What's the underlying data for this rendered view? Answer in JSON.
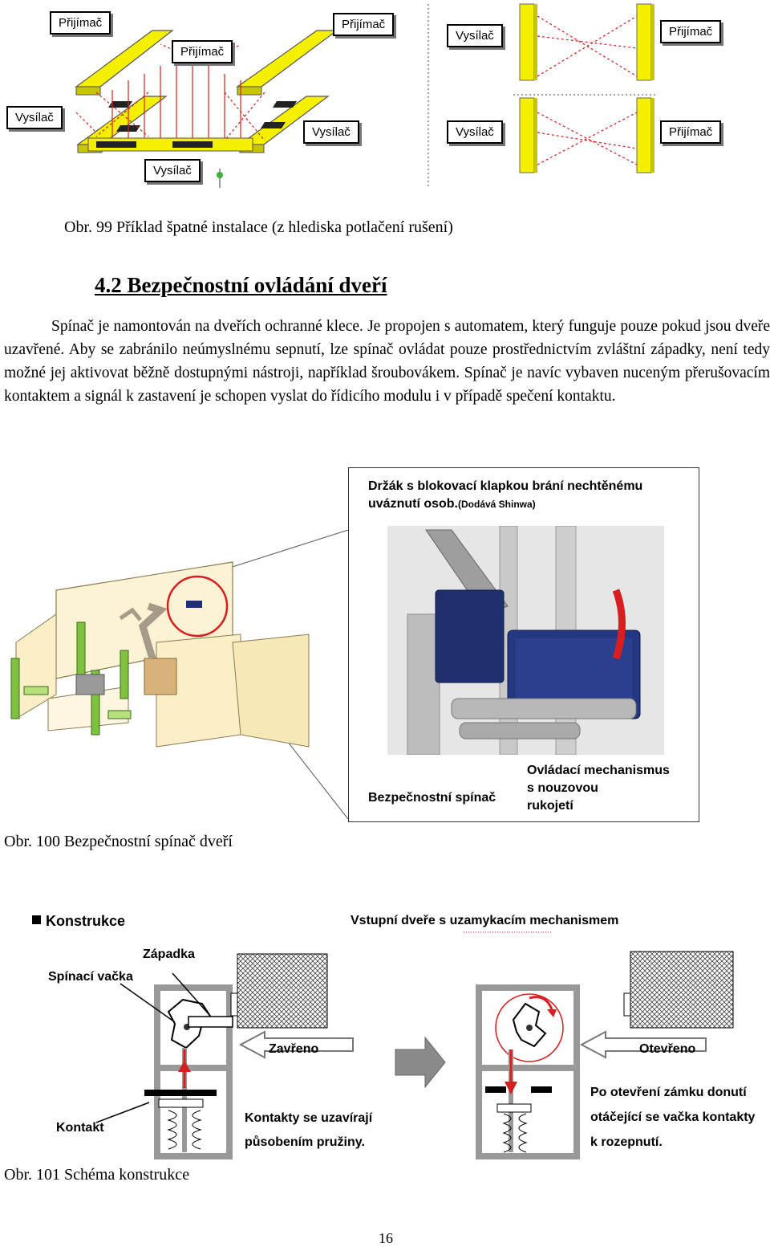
{
  "fig99": {
    "labels": {
      "r1": "Přijímač",
      "r2": "Přijímač",
      "r3": "Přijímač",
      "t1": "Vysílač",
      "t2": "Vysílač",
      "t3": "Vysílač",
      "t4": "Vysílač",
      "t5": "Vysílač",
      "r4": "Přijímač",
      "r5": "Přijímač"
    },
    "caption": "Obr. 99 Příklad špatné instalace (z hlediska potlačení rušení)"
  },
  "section": {
    "heading": "4.2 Bezpečnostní ovládání dveří",
    "paragraph": "Spínač je namontován na dveřích ochranné klece. Je propojen s automatem, který funguje pouze pokud jsou dveře uzavřené. Aby se zabránilo neúmyslnému sepnutí, lze spínač ovládat pouze prostřednictvím zvláštní západky, není tedy možné jej aktivovat běžně dostupnými nástroji, například šroubovákem. Spínač je navíc vybaven nuceným přerušovacím kontaktem a signál k zastavení je schopen vyslat do řídicího modulu i v případě spečení kontaktu."
  },
  "fig100": {
    "holder_line1": "Držák s blokovací klapkou brání nechtěnému",
    "holder_line2": "uváznutí osob.",
    "holder_supplier": "(Dodává Shinwa)",
    "switch_label": "Bezpečnostní spínač",
    "mechanism_line1": "Ovládací mechanismus",
    "mechanism_line2": "s nouzovou",
    "mechanism_line3": "rukojetí",
    "caption": "Obr. 100 Bezpečnostní spínač dveří"
  },
  "fig101": {
    "construction": "Konstrukce",
    "entry_door": "Vstupní dveře s uzamykacím mechanismem",
    "latch": "Západka",
    "cam": "Spínací vačka",
    "closed": "Zavřeno",
    "opened": "Otevřeno",
    "contact": "Kontakt",
    "springs_line1": "Kontakty se uzavírají",
    "springs_line2": "působením pružiny.",
    "open_line1": "Po otevření zámku donutí",
    "open_line2": "otáčející se vačka kontakty",
    "open_line3": "k rozepnutí.",
    "caption": "Obr. 101 Schéma konstrukce"
  },
  "page_number": "16",
  "colors": {
    "yellow": "#f4f000",
    "red": "#d81e1e",
    "gray_arrow": "#8a8a8a",
    "navy": "#1f2f6e"
  }
}
